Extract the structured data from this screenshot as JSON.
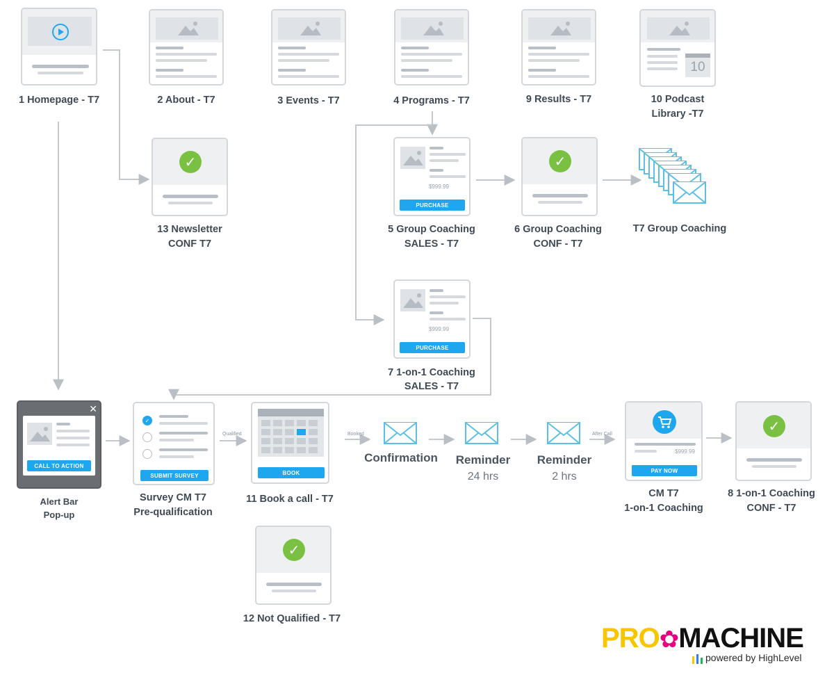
{
  "nodes": {
    "homepage": "1 Homepage - T7",
    "about": "2 About - T7",
    "events": "3 Events - T7",
    "programs": "4 Programs - T7",
    "results": "9 Results - T7",
    "podcast_1": "10 Podcast",
    "podcast_2": "Library -T7",
    "podcast_calendar_number": "10",
    "newsletter_1": "13 Newsletter",
    "newsletter_2": "CONF T7",
    "group_sales_1": "5 Group Coaching",
    "group_sales_2": "SALES - T7",
    "group_conf_1": "6 Group Coaching",
    "group_conf_2": "CONF - T7",
    "t7_group": "T7 Group Coaching",
    "one_sales_1": "7 1-on-1 Coaching",
    "one_sales_2": "SALES - T7",
    "alert_1": "Alert Bar",
    "alert_2": "Pop-up",
    "survey_1": "Survey CM T7",
    "survey_2": "Pre-qualification",
    "book_call": "11 Book a call - T7",
    "not_qualified": "12 Not Qualified - T7",
    "cm_1": "CM T7",
    "cm_2": "1-on-1 Coaching",
    "one_conf_1": "8 1-on-1 Coaching",
    "one_conf_2": "CONF - T7"
  },
  "emails": {
    "confirmation": "Confirmation",
    "reminder1": "Reminder",
    "reminder1_sub": "24 hrs",
    "reminder2": "Reminder",
    "reminder2_sub": "2 hrs"
  },
  "buttons": {
    "purchase": "PURCHASE",
    "call_to_action": "CALL TO ACTION",
    "submit_survey": "SUBMIT SURVEY",
    "book": "BOOK",
    "pay_now": "PAY NOW"
  },
  "price": "$999.99",
  "edge_labels": {
    "qualified": "Qualified",
    "booked": "Booked",
    "after_call": "After Call"
  },
  "logo": {
    "pro": "PRO",
    "machine": "MACHINE",
    "powered": "powered by HighLevel"
  },
  "colors": {
    "accent_blue": "#1ea6ef",
    "check_green": "#7ac143",
    "email_blue": "#5bbfe6",
    "logo_yellow": "#f7c600",
    "logo_magenta": "#e6007e"
  }
}
